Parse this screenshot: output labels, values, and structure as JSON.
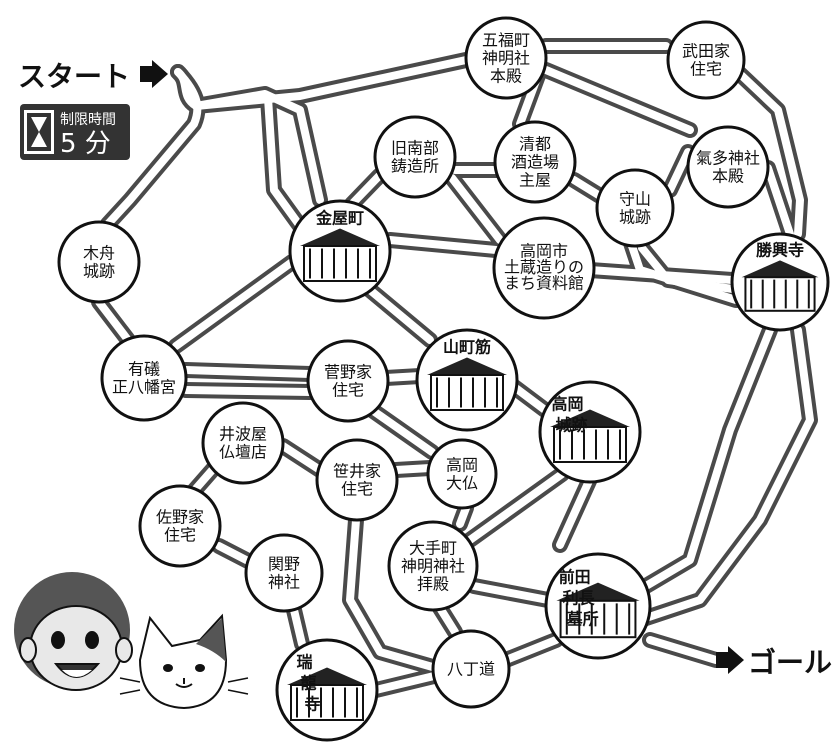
{
  "start_label": "スタート",
  "goal_label": "ゴール",
  "timer": {
    "title": "制限時間",
    "value": "5 分",
    "icon": "hourglass-icon"
  },
  "nodes": [
    {
      "id": "gofukucho",
      "lines": [
        "五福町",
        "神明社",
        "本殿"
      ],
      "type": "text"
    },
    {
      "id": "takeda",
      "lines": [
        "武田家",
        "住宅"
      ],
      "type": "text"
    },
    {
      "id": "kyunanbu",
      "lines": [
        "旧南部",
        "鋳造所"
      ],
      "type": "text"
    },
    {
      "id": "seito",
      "lines": [
        "清都",
        "酒造場",
        "主屋"
      ],
      "type": "text"
    },
    {
      "id": "keta",
      "lines": [
        "氣多神社",
        "本殿"
      ],
      "type": "text"
    },
    {
      "id": "moriyama",
      "lines": [
        "守山",
        "城跡"
      ],
      "type": "text"
    },
    {
      "id": "kanayamachi",
      "lines": [
        "金屋町"
      ],
      "type": "picture"
    },
    {
      "id": "dozo",
      "lines": [
        "高岡市",
        "土蔵造りの",
        "まち資料館"
      ],
      "type": "text"
    },
    {
      "id": "shokoji",
      "lines": [
        "勝興寺"
      ],
      "type": "picture"
    },
    {
      "id": "kifune",
      "lines": [
        "木舟",
        "城跡"
      ],
      "type": "text"
    },
    {
      "id": "ariiso",
      "lines": [
        "有礒",
        "正八幡宮"
      ],
      "type": "text"
    },
    {
      "id": "sugano",
      "lines": [
        "菅野家",
        "住宅"
      ],
      "type": "text"
    },
    {
      "id": "yamachosuji",
      "lines": [
        "山町筋"
      ],
      "type": "picture"
    },
    {
      "id": "takaokajo",
      "lines": [
        "高岡",
        "城跡"
      ],
      "type": "picture"
    },
    {
      "id": "inamiya",
      "lines": [
        "井波屋",
        "仏壇店"
      ],
      "type": "text"
    },
    {
      "id": "sasai",
      "lines": [
        "笹井家",
        "住宅"
      ],
      "type": "text"
    },
    {
      "id": "daibutsu",
      "lines": [
        "高岡",
        "大仏"
      ],
      "type": "text"
    },
    {
      "id": "sano",
      "lines": [
        "佐野家",
        "住宅"
      ],
      "type": "text"
    },
    {
      "id": "sekino",
      "lines": [
        "関野",
        "神社"
      ],
      "type": "text"
    },
    {
      "id": "otemachi",
      "lines": [
        "大手町",
        "神明神社",
        "拝殿"
      ],
      "type": "text"
    },
    {
      "id": "maeda",
      "lines": [
        "前田",
        "利長",
        "墓所"
      ],
      "type": "picture"
    },
    {
      "id": "zuiryuji",
      "lines": [
        "瑞",
        "龍",
        "寺"
      ],
      "type": "picture"
    },
    {
      "id": "hatchomichi",
      "lines": [
        "八丁道"
      ],
      "type": "text"
    }
  ]
}
